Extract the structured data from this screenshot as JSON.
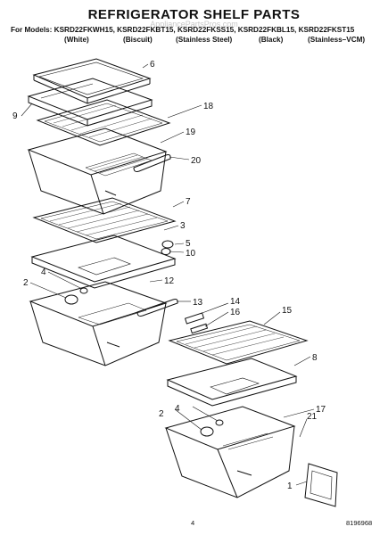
{
  "title": "REFRIGERATOR SHELF PARTS",
  "watermark": "AppliancePartsPros.com",
  "models_line": "For Models: KSRD22FKWH15, KSRD22FKBT15, KSRD22FKSS15, KSRD22FKBL15, KSRD22FKST15",
  "finishes": [
    "(White)",
    "(Biscuit)",
    "(Stainless Steel)",
    "(Black)",
    "(Stainless–VCM)"
  ],
  "callouts": {
    "c6": "6",
    "c9": "9",
    "c18": "18",
    "c19": "19",
    "c20": "20",
    "c7": "7",
    "c3": "3",
    "c5": "5",
    "c10": "10",
    "c2a": "2",
    "c4a": "4",
    "c12": "12",
    "c13": "13",
    "c14": "14",
    "c16": "16",
    "c15": "15",
    "c8": "8",
    "c4b": "4",
    "c2b": "2",
    "c17": "17",
    "c21": "21",
    "c1": "1"
  },
  "page_number": "4",
  "doc_number": "8196968"
}
